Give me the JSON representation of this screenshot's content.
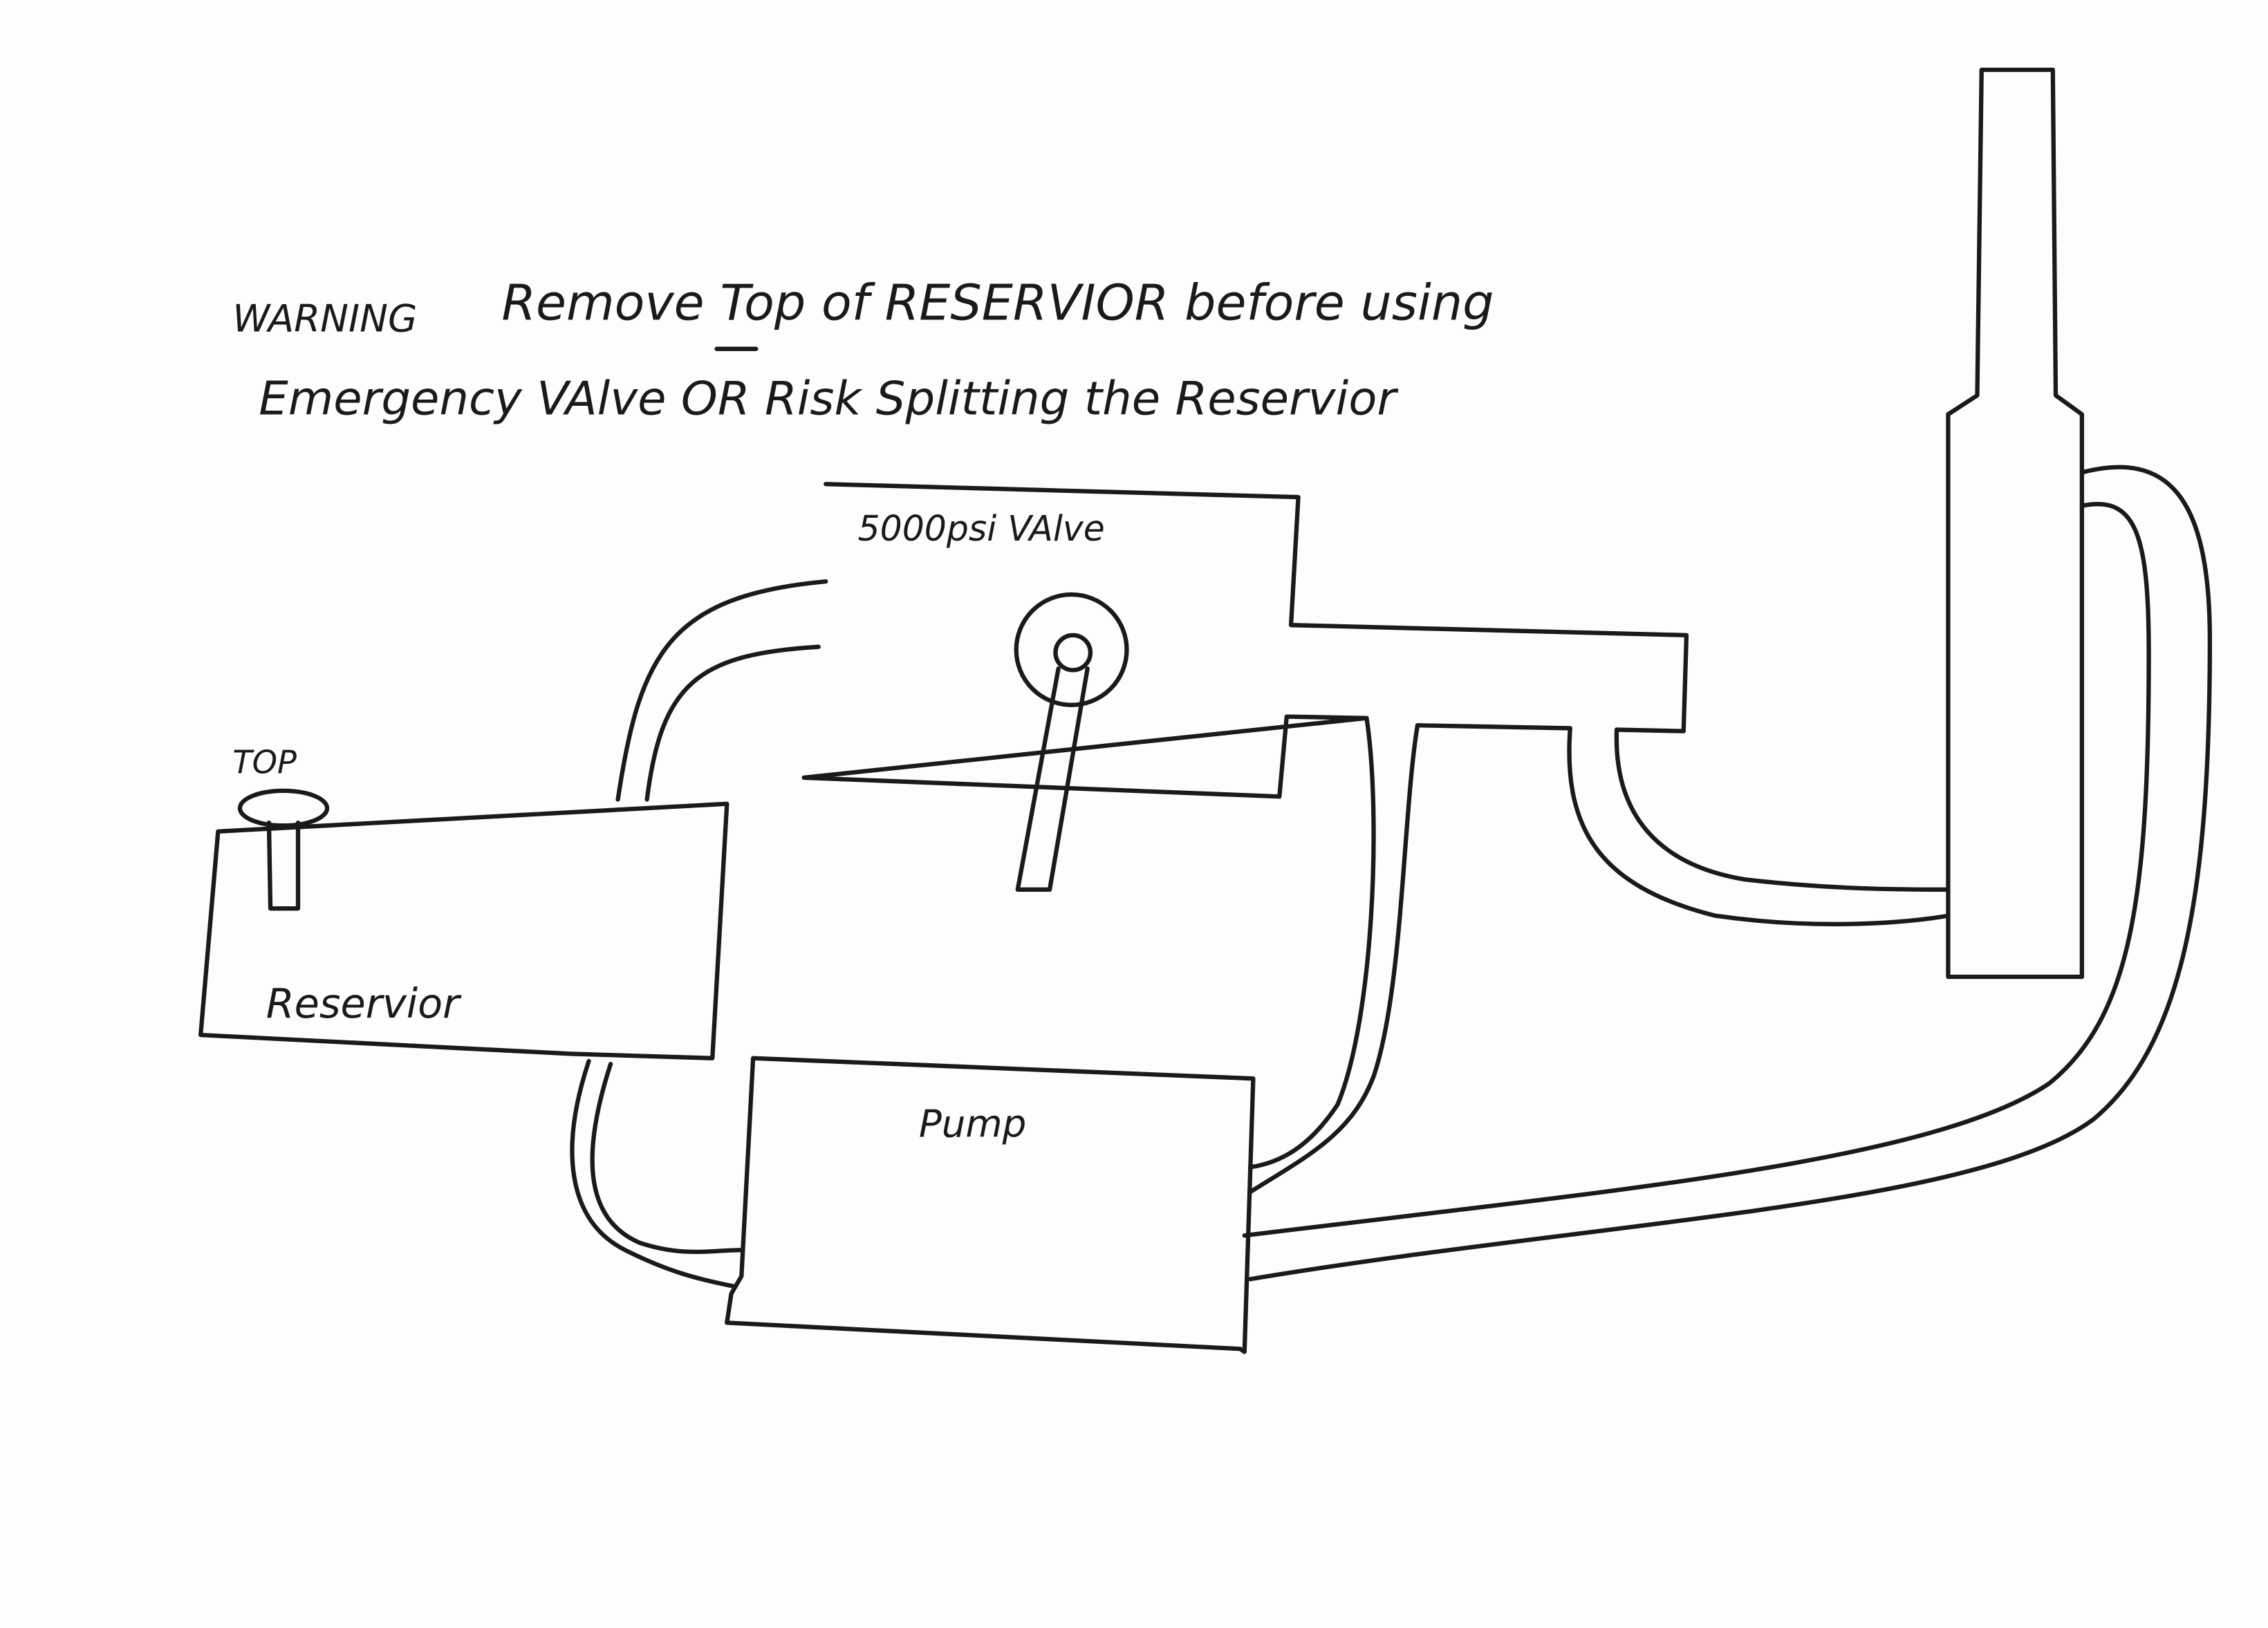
{
  "diagram": {
    "warning": {
      "line1_prefix": "WARNING",
      "line1": "Remove Top of RESERVIOR before using",
      "line2": "Emergency VAlve   OR Risk Splitting the Reservior"
    },
    "labels": {
      "valve": "5000psi   VAlve",
      "top": "TOP",
      "reservoir": "Reservior",
      "pump": "Pump"
    },
    "ink_color": "#1a1a1a",
    "paper_color": "#fdfdfd"
  }
}
